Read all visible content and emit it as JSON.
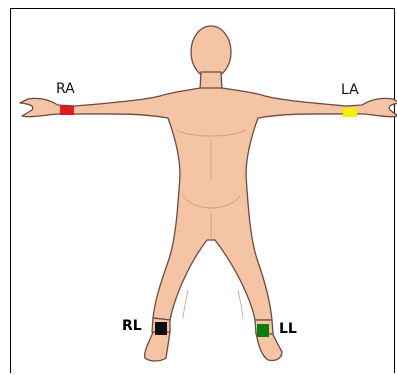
{
  "electrodes": {
    "ra": {
      "label": "RA",
      "color": "#e11b1b"
    },
    "la": {
      "label": "LA",
      "color": "#f5f000"
    },
    "rl": {
      "label": "RL",
      "color": "#0d0d0d"
    },
    "ll": {
      "label": "LL",
      "color": "#0e7a12"
    }
  },
  "colors": {
    "skin": "#f5c4a4",
    "skin_shadow": "#d99b7f",
    "outline": "#6b4a3f",
    "frame": "#000000"
  }
}
